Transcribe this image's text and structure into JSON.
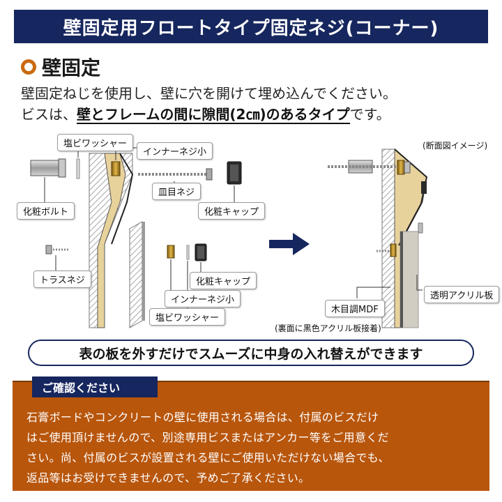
{
  "header": {
    "title": "壁固定用フロートタイプ固定ネジ(コーナー)"
  },
  "section": {
    "title": "壁固定",
    "desc_line1": "壁固定ねじを使用し、壁に穴を開けて埋め込んでください。",
    "desc_line2_pre": "ビスは、",
    "desc_line2_emph": "壁とフレームの間に隙間(2㎝)のあるタイプ",
    "desc_line2_post": "です。"
  },
  "diagram": {
    "labels": {
      "washer_top": "塩ビワッシャー",
      "inner_screw_top": "インナーネジ小",
      "cosmetic_bolt": "化粧ボルト",
      "flat_screw": "皿目ネジ",
      "cosmetic_cap_top": "化粧キャップ",
      "truss_screw": "トラスネジ",
      "cosmetic_cap_bottom": "化粧キャップ",
      "inner_screw_bottom": "インナーネジ小",
      "washer_bottom": "塩ビワッシャー",
      "section_view": "(断面図イメージ)",
      "wood_mdf": "木目調MDF",
      "clear_acrylic": "透明アクリル板",
      "back_note": "(裏面に黒色アクリル板接着)"
    },
    "colors": {
      "wood": "#e8d29c",
      "navy": "#16265e",
      "metal": "#b8b8b8"
    }
  },
  "highlight": {
    "text": "表の板を外すだけでスムーズに中身の入れ替えができます"
  },
  "notice": {
    "tab": "ご確認ください",
    "lines": [
      "石膏ボードやコンクリートの壁に使用される場合は、付属のビスだけ",
      "はご使用頂けませんので、別途専用ビスまたはアンカー等をご用意くだ",
      "さい。尚、付属のビスが設置される壁にご使用いただけない場合でも、",
      "返品等はお受けできませんので、予めご了承ください。"
    ]
  }
}
